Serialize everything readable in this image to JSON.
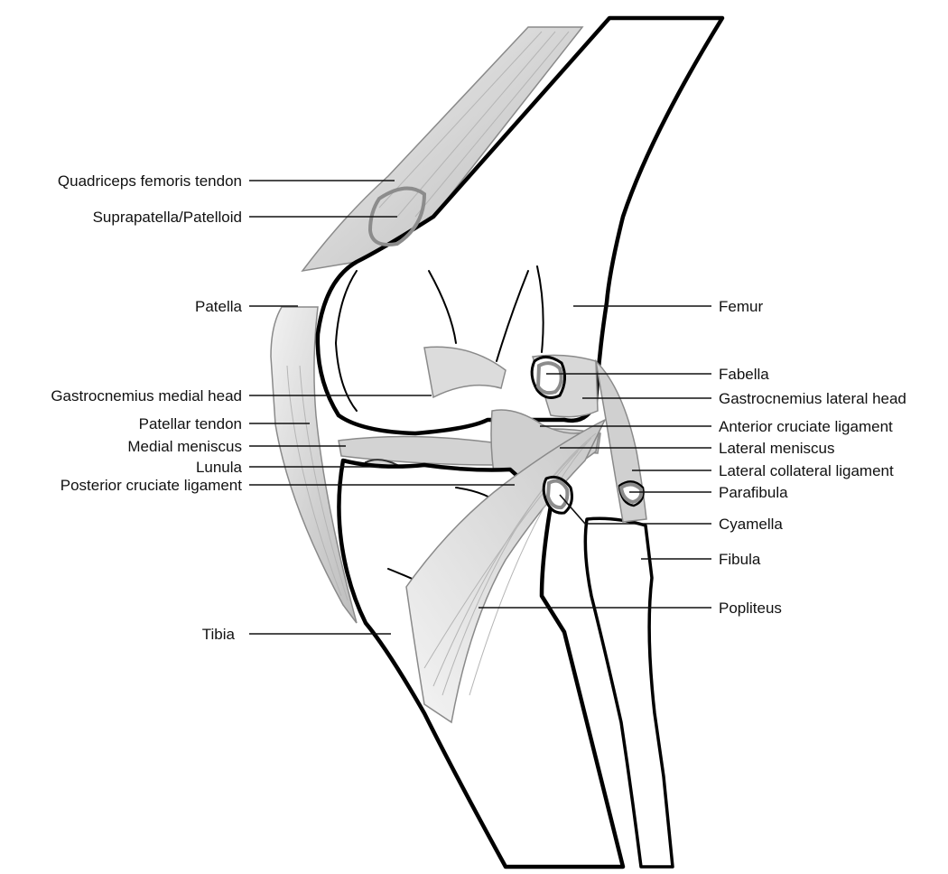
{
  "labels": {
    "quadriceps_femoris_tendon": "Quadriceps femoris tendon",
    "suprapatella_patelloid": "Suprapatella/Patelloid",
    "patella": "Patella",
    "gastrocnemius_medial_head": "Gastrocnemius medial head",
    "patellar_tendon": "Patellar tendon",
    "medial_meniscus": "Medial meniscus",
    "lunula": "Lunula",
    "posterior_cruciate_ligament": "Posterior cruciate ligament",
    "tibia": "Tibia",
    "femur": "Femur",
    "fabella": "Fabella",
    "gastrocnemius_lateral_head": "Gastrocnemius lateral head",
    "anterior_cruciate_ligament": "Anterior cruciate ligament",
    "lateral_meniscus": "Lateral meniscus",
    "lateral_collateral_ligament": "Lateral collateral ligament",
    "parafibula": "Parafibula",
    "cyamella": "Cyamella",
    "fibula": "Fibula",
    "popliteus": "Popliteus"
  },
  "colors": {
    "outline": "#000000",
    "tissue_fill": "#cfcfcf",
    "label_text": "#111111"
  }
}
